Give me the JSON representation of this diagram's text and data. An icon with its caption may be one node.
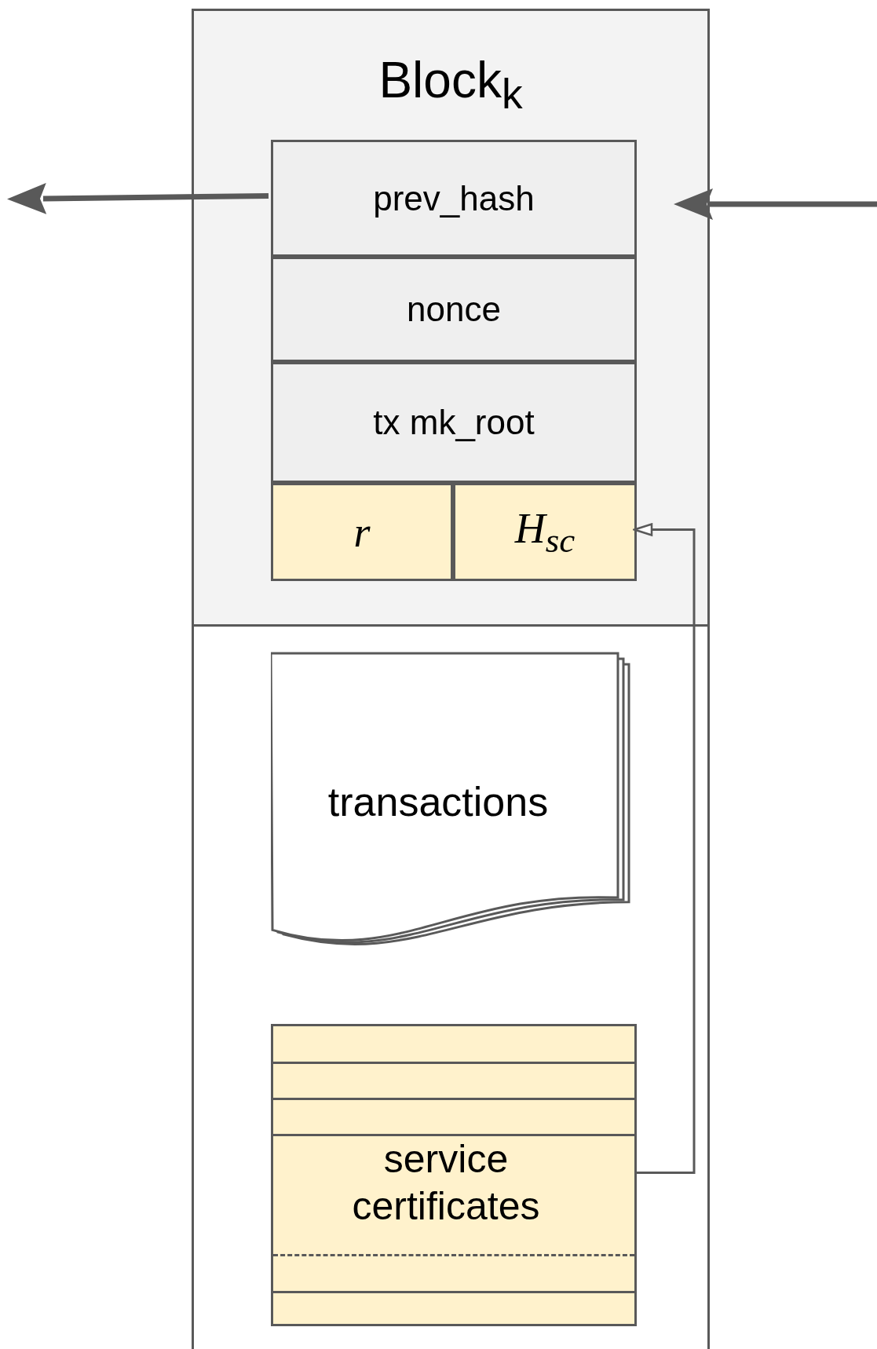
{
  "diagram": {
    "nodes": [
      {
        "text": [
          "Block$_{k}$"
        ]
      },
      {
        "text": [
          "prev_hash"
        ],
        "in": 0
      },
      {
        "text": [
          "nonce"
        ],
        "in": 0
      },
      {
        "text": [
          "tx mk_root"
        ],
        "in": 0
      },
      {
        "text": [
          "r"
        ],
        "in": 0
      },
      {
        "text": [
          "H$_{sc}$"
        ],
        "in": 0
      },
      {
        "text": [
          "transactions"
        ],
        "in": 0
      },
      {
        "text": [
          "service certificates"
        ],
        "in": 0
      }
    ],
    "edges": [
      {
        "from": 1,
        "to": null,
        "arrow": "to"
      },
      {
        "from": null,
        "to": 0,
        "arrow": "to"
      },
      {
        "from": 7,
        "to": 5,
        "arrow": "to"
      }
    ]
  }
}
